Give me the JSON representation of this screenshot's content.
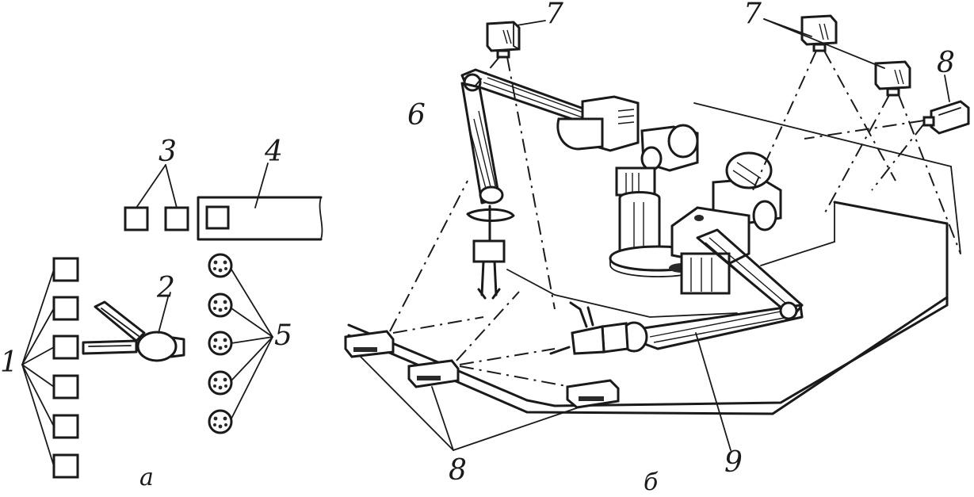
{
  "labels": {
    "sensors_left": "1",
    "manipulator": "2",
    "sensors_pair": "3",
    "conveyor": "4",
    "parts": "5",
    "robot_arm_left": "6",
    "camera_left": "7",
    "camera_right": "7",
    "sensor_right": "8",
    "sensors_bottom": "8",
    "robot_arm_right": "9"
  },
  "captions": {
    "part_a": "а",
    "part_b": "б"
  },
  "colors": {
    "ink": "#1a1a1a",
    "background": "#ffffff"
  }
}
